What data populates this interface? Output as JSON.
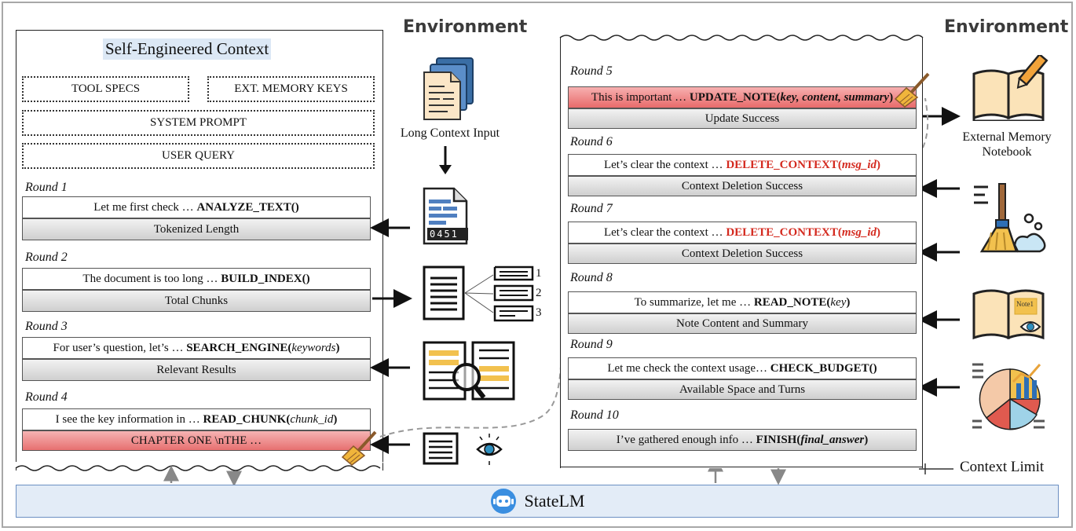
{
  "headers": {
    "environment_left": "Environment",
    "environment_right": "Environment"
  },
  "left_panel": {
    "title": "Self-Engineered Context",
    "boxes": {
      "tool_specs": "TOOL SPECS",
      "ext_memory_keys": "EXT. MEMORY KEYS",
      "system_prompt": "SYSTEM PROMPT",
      "user_query": "USER QUERY"
    },
    "rounds": [
      {
        "label": "Round 1",
        "pre": "Let me first check … ",
        "fn": "ANALYZE_TEXT()",
        "args": "",
        "tail": "",
        "result": "Tokenized Length"
      },
      {
        "label": "Round 2",
        "pre": "The document is too long … ",
        "fn": "BUILD_INDEX()",
        "args": "",
        "tail": "",
        "result": "Total Chunks"
      },
      {
        "label": "Round 3",
        "pre": "For user’s question, let’s … ",
        "fn": "SEARCH_ENGINE(",
        "args": "keywords",
        "tail": ")",
        "result": "Relevant Results"
      },
      {
        "label": "Round 4",
        "pre": "I see the key information in … ",
        "fn": "READ_CHUNK(",
        "args": "chunk_id",
        "tail": ")",
        "result": "CHAPTER ONE \\nTHE …"
      }
    ]
  },
  "middle": {
    "long_context_input": "Long Context Input",
    "counter": "0451",
    "chunk_numbers": [
      "1",
      "2",
      "3"
    ]
  },
  "right_panel": {
    "rounds": [
      {
        "label": "Round 5",
        "pre": "This is important … ",
        "fn": "UPDATE_NOTE(",
        "args": "key, content, summary",
        "tail": ")",
        "result": "Update Success"
      },
      {
        "label": "Round 6",
        "pre": "Let’s clear the context … ",
        "fn": "DELETE_CONTEXT(",
        "args": "msg_id",
        "tail": ")",
        "result": "Context Deletion Success"
      },
      {
        "label": "Round 7",
        "pre": "Let’s clear the context … ",
        "fn": "DELETE_CONTEXT(",
        "args": "msg_id",
        "tail": ")",
        "result": "Context Deletion Success"
      },
      {
        "label": "Round 8",
        "pre": "To summarize, let me … ",
        "fn": "READ_NOTE(",
        "args": "key",
        "tail": ")",
        "result": "Note Content and Summary"
      },
      {
        "label": "Round 9",
        "pre": "Let me check the context usage… ",
        "fn": "CHECK_BUDGET()",
        "args": "",
        "tail": "",
        "result": "Available Space and Turns"
      },
      {
        "label": "Round 10",
        "pre": "I’ve gathered enough info … ",
        "fn": "FINISH(",
        "args": "final_answer",
        "tail": ")",
        "result": ""
      }
    ]
  },
  "external_memory": {
    "line1": "External Memory",
    "line2": "Notebook",
    "note_tag": "Note1"
  },
  "context_limit": "Context Limit",
  "statelm": "StateLM",
  "colors": {
    "highlight": "#e86b6b",
    "function_red": "#d42a1f",
    "statelm_bg": "#e3ecf7"
  }
}
